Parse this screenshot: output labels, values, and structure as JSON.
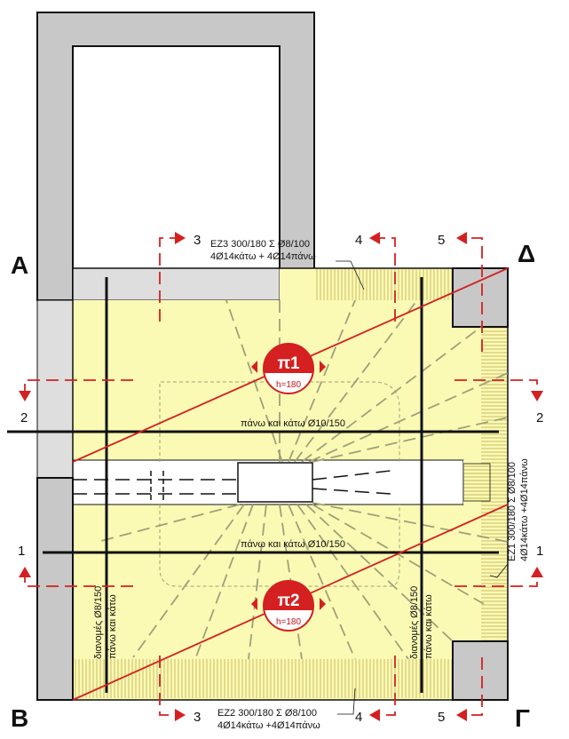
{
  "corners": {
    "A": "Α",
    "D": "Δ",
    "B": "Β",
    "G": "Γ"
  },
  "sections": {
    "s1": "1",
    "s2": "2",
    "s3": "3",
    "s4": "4",
    "s5": "5"
  },
  "slabs": [
    {
      "id": "π1",
      "h": "h=180"
    },
    {
      "id": "π2",
      "h": "h=180"
    }
  ],
  "reinforcement": {
    "slab_top": "πάνω και κάτω Ø10/150",
    "slab_bottom": "πάνω και κάτω Ø10/150",
    "dist_left_1": "διανομές Ø8/150",
    "dist_left_2": "πάνω και κάτω",
    "dist_right_1": "διανομές Ø8/150",
    "dist_right_2": "πάνω και κάτω"
  },
  "beams": {
    "ez3_line1": "ΕΖ3  300/180   Σ Ø8/100",
    "ez3_line2": "4Ø14κάτω + 4Ø14πάνω",
    "ez2_line1": "ΕΖ2  300/180   Σ Ø8/100",
    "ez2_line2": "4Ø14κάτω +4Ø14πάνω",
    "ez1_line1": "ΕΖ1  300/180   Σ Ø8/100",
    "ez1_line2": "4Ø14κάτω +4Ø14πάνω"
  },
  "colors": {
    "slab": "#fafab4",
    "wall": "#c8c8c8",
    "red": "#d42020",
    "hatch": "#c8b45a",
    "dash": "#a0a07a"
  }
}
